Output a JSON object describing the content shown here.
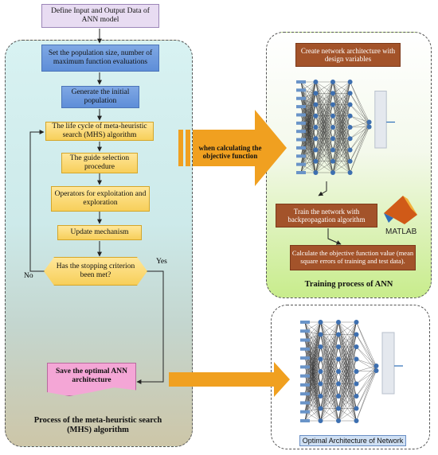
{
  "flowchart": {
    "define_input": "Define Input and Output Data of ANN model",
    "set_population": "Set the population size, number of maximum function evaluations",
    "generate_population": "Generate the initial population",
    "life_cycle": "The life cycle of  meta-heuristic search (MHS) algorithm",
    "guide_selection": "The guide selection procedure",
    "operators": "Operators for exploitation and exploration",
    "update_mechanism": "Update mechanism",
    "stopping_criterion": "Has the stopping criterion been met?",
    "no_label": "No",
    "yes_label": "Yes",
    "save_optimal": "Save the optimal ANN architecture",
    "left_caption": "Process of the meta-heuristic search (MHS) algorithm"
  },
  "middle": {
    "arrow_label": "when calculating the objective function"
  },
  "training": {
    "create_network": "Create network architecture with design variables",
    "train_network": "Train the network with backpropagation algorithm",
    "calculate_objective": "Calculate the objective function value (mean square errors of training and test data).",
    "matlab_label": "MATLAB",
    "caption": "Training process of ANN"
  },
  "optimal": {
    "caption": "Optimal Architecture of Network"
  },
  "colors": {
    "process_box": "#6f9be0",
    "step_box": "#f9d66b",
    "training_box": "#a3532a",
    "arrow": "#f0a020",
    "save_box": "#f4a6d6"
  }
}
